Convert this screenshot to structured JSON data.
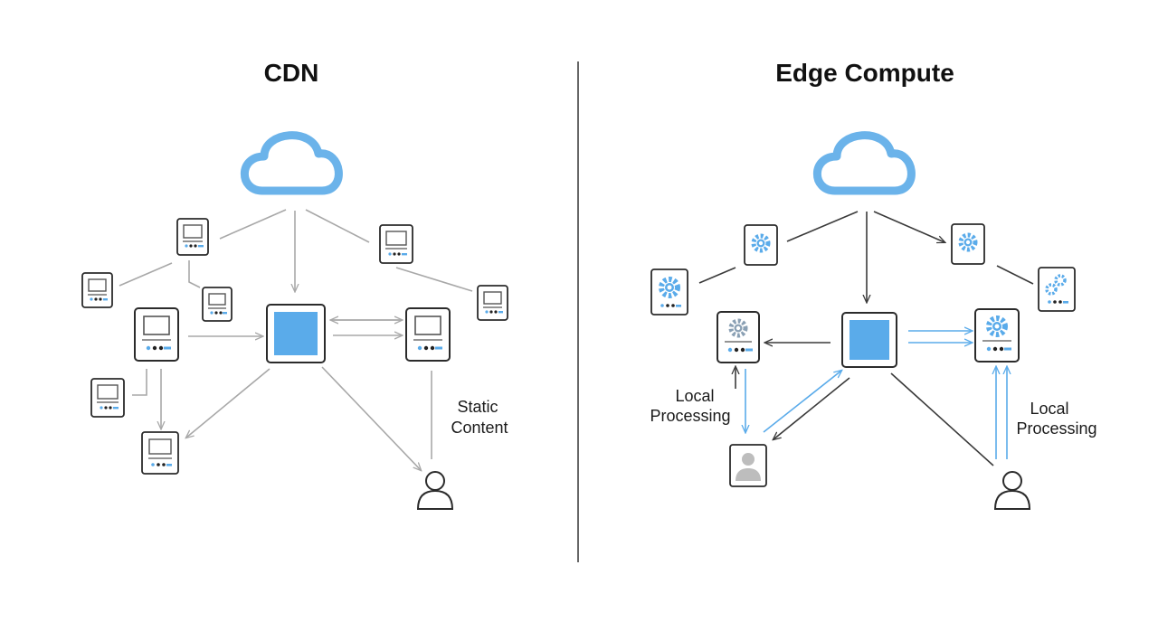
{
  "panels": {
    "cdn": {
      "title": "CDN",
      "label": [
        "Static",
        "Content"
      ]
    },
    "edge": {
      "title": "Edge Compute",
      "label_left": [
        "Local",
        "Processing"
      ],
      "label_right": [
        "Local",
        "Processing"
      ]
    }
  },
  "colors": {
    "accent": "#5aabea",
    "cloud": "#6bb3ea",
    "gray_line": "#a8a8a8",
    "dark_line": "#3a3a3a",
    "node_stroke": "#2b2b2b"
  },
  "icons": [
    "cloud-icon",
    "server-icon",
    "gear-server-icon",
    "user-icon",
    "user-photo-icon",
    "central-node-icon"
  ]
}
